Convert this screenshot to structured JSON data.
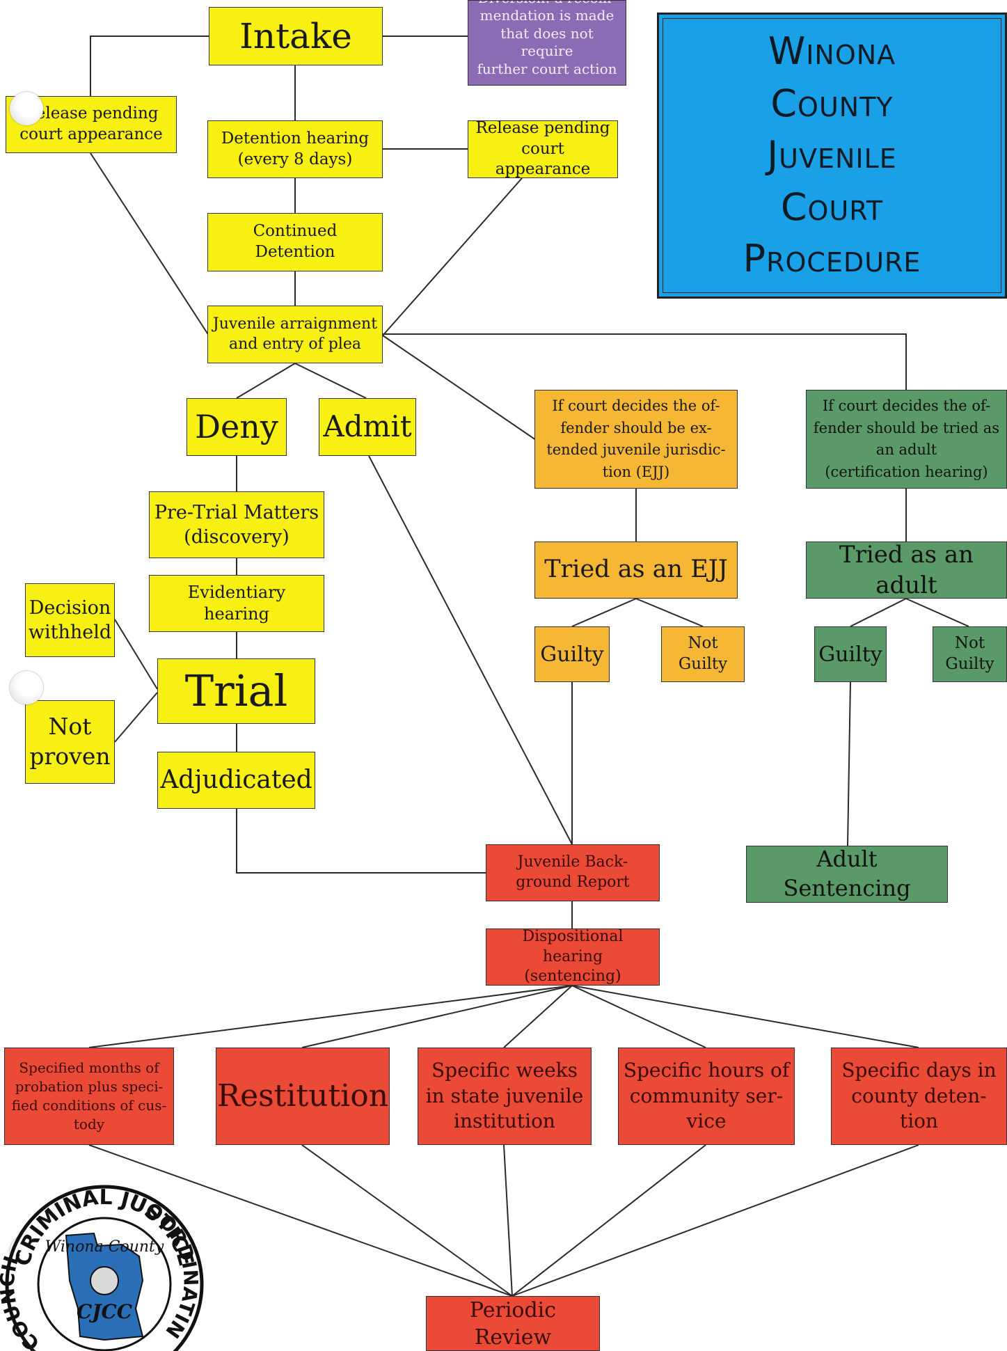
{
  "title": "Winona County Juvenile Court Procedure",
  "title_lines": [
    "Winona",
    "County",
    "Juvenile",
    "Court",
    "Procedure"
  ],
  "seal": {
    "top_text": "CRIMINAL JUSTICE",
    "right_text": "COORDINATING",
    "left_text": "COUNCIL",
    "center_text": "Winona County",
    "badge_text": "CJCC"
  },
  "colors": {
    "stage_intake": "#f8ef13",
    "stage_ejj": "#f6b735",
    "stage_adult": "#5a9a68",
    "stage_disposition": "#ea4a36",
    "diversion": "#8b6bb4",
    "title_bg": "#1aa0e6"
  },
  "nodes": {
    "intake": "Intake",
    "diversion": "Diversion: a recom-\nmendation is made\nthat does not require\nfurther court action",
    "release_left": "Release pending\ncourt appearance",
    "detention_hearing": "Detention hearing\n(every 8 days)",
    "release_right": "Release pending\ncourt appearance",
    "continued_detention": "Continued\nDetention",
    "arraignment": "Juvenile arraignment\nand entry of plea",
    "deny": "Deny",
    "admit": "Admit",
    "ejj_decision": "If court decides the of-\nfender should be ex-\ntended juvenile jurisdic-\ntion (EJJ)",
    "adult_decision": "If court decides the of-\nfender should be tried as\nan adult\n(certification hearing)",
    "pretrial": "Pre-Trial Matters\n(discovery)",
    "evidentiary": "Evidentiary hearing",
    "decision_withheld": "Decision\nwithheld",
    "trial": "Trial",
    "not_proven": "Not\nproven",
    "adjudicated": "Adjudicated",
    "tried_ejj": "Tried as an EJJ",
    "ejj_guilty": "Guilty",
    "ejj_not_guilty": "Not\nGuilty",
    "tried_adult": "Tried as an adult",
    "adult_guilty": "Guilty",
    "adult_not_guilty": "Not\nGuilty",
    "background_report": "Juvenile Back-\nground Report",
    "adult_sentencing": "Adult Sentencing",
    "dispositional": "Dispositional hearing\n(sentencing)",
    "probation": "Specified months of\nprobation plus speci-\nfied conditions of cus-\ntody",
    "restitution": "Restitution",
    "state_institution": "Specific weeks\nin state juvenile\ninstitution",
    "community_service": "Specific hours of\ncommunity ser-\nvice",
    "county_detention": "Specific days in\ncounty deten-\ntion",
    "periodic_review": "Periodic Review"
  }
}
